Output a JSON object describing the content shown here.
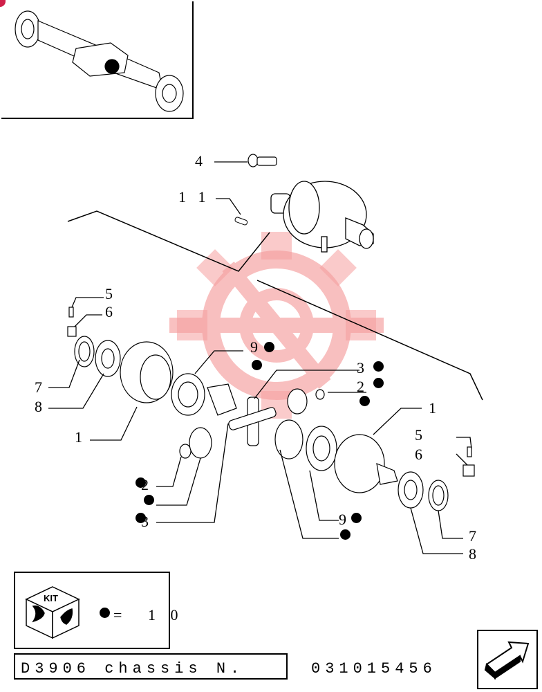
{
  "callouts": {
    "c4": "4",
    "c11": "1 1",
    "c5_left": "5",
    "c6_left": "6",
    "c7_left": "7",
    "c8_left": "8",
    "c9_top": "9",
    "c3_top": "3",
    "c2_top": "2",
    "c1_right": "1",
    "c1_left": "1",
    "c5_right": "5",
    "c6_right": "6",
    "c2_bottom": "2",
    "c3_bottom": "3",
    "c9_bottom": "9",
    "c7_right": "7",
    "c8_right": "8"
  },
  "kit": {
    "label": "KIT",
    "equals": "=",
    "quantity": "1 0"
  },
  "footer": {
    "code": "D3906 chassis N.",
    "serial": "031015456"
  },
  "icons": {
    "watermark": "gear-logo-watermark",
    "navigation": "next-page-arrow-icon",
    "kit": "kit-box-icon"
  },
  "colors": {
    "watermark": "#f7b8b8",
    "marker": "#d0204a"
  }
}
